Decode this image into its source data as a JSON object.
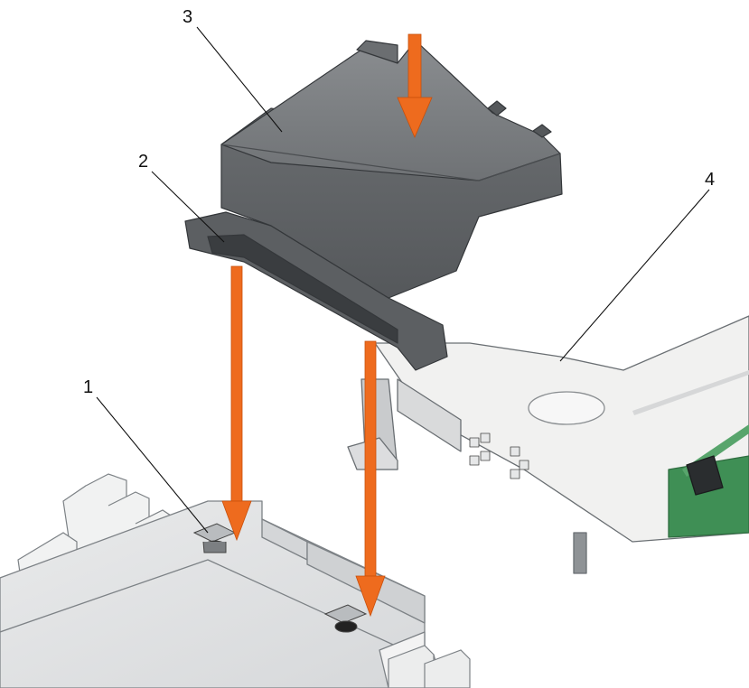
{
  "callouts": [
    {
      "id": "1",
      "label": "1"
    },
    {
      "id": "2",
      "label": "2"
    },
    {
      "id": "3",
      "label": "3"
    },
    {
      "id": "4",
      "label": "4"
    }
  ],
  "colors": {
    "arrow": "#ee6b1e",
    "shroud_top": "#7a7d80",
    "shroud_side": "#5e6164",
    "shroud_dark": "#44474a",
    "heatsink": "#e4e5e6",
    "heatsink_shade": "#cfd1d3",
    "board_green": "#3f8f55",
    "outline": "#555a5e"
  }
}
